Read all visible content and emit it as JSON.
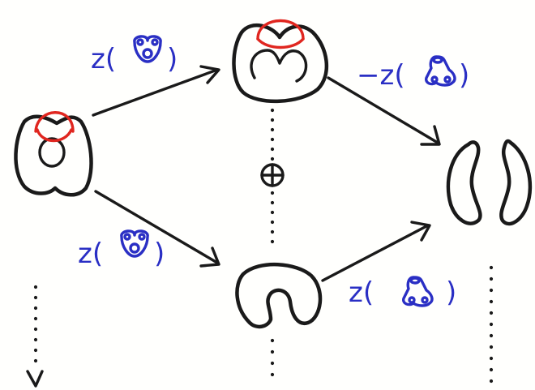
{
  "labels": {
    "top_left_arrow": {
      "prefix": "z(",
      "suffix": ")"
    },
    "bottom_left_arrow": {
      "prefix": "z(",
      "suffix": ")"
    },
    "top_right_arrow": {
      "prefix": "−z(",
      "suffix": ")"
    },
    "bottom_right_arrow": {
      "prefix": "z(",
      "suffix": ")"
    }
  },
  "direct_sum_symbol": "⊕",
  "colors": {
    "ink": "#1a1a1a",
    "marker_blue": "#2a2fc4",
    "marker_red": "#e0261f"
  }
}
